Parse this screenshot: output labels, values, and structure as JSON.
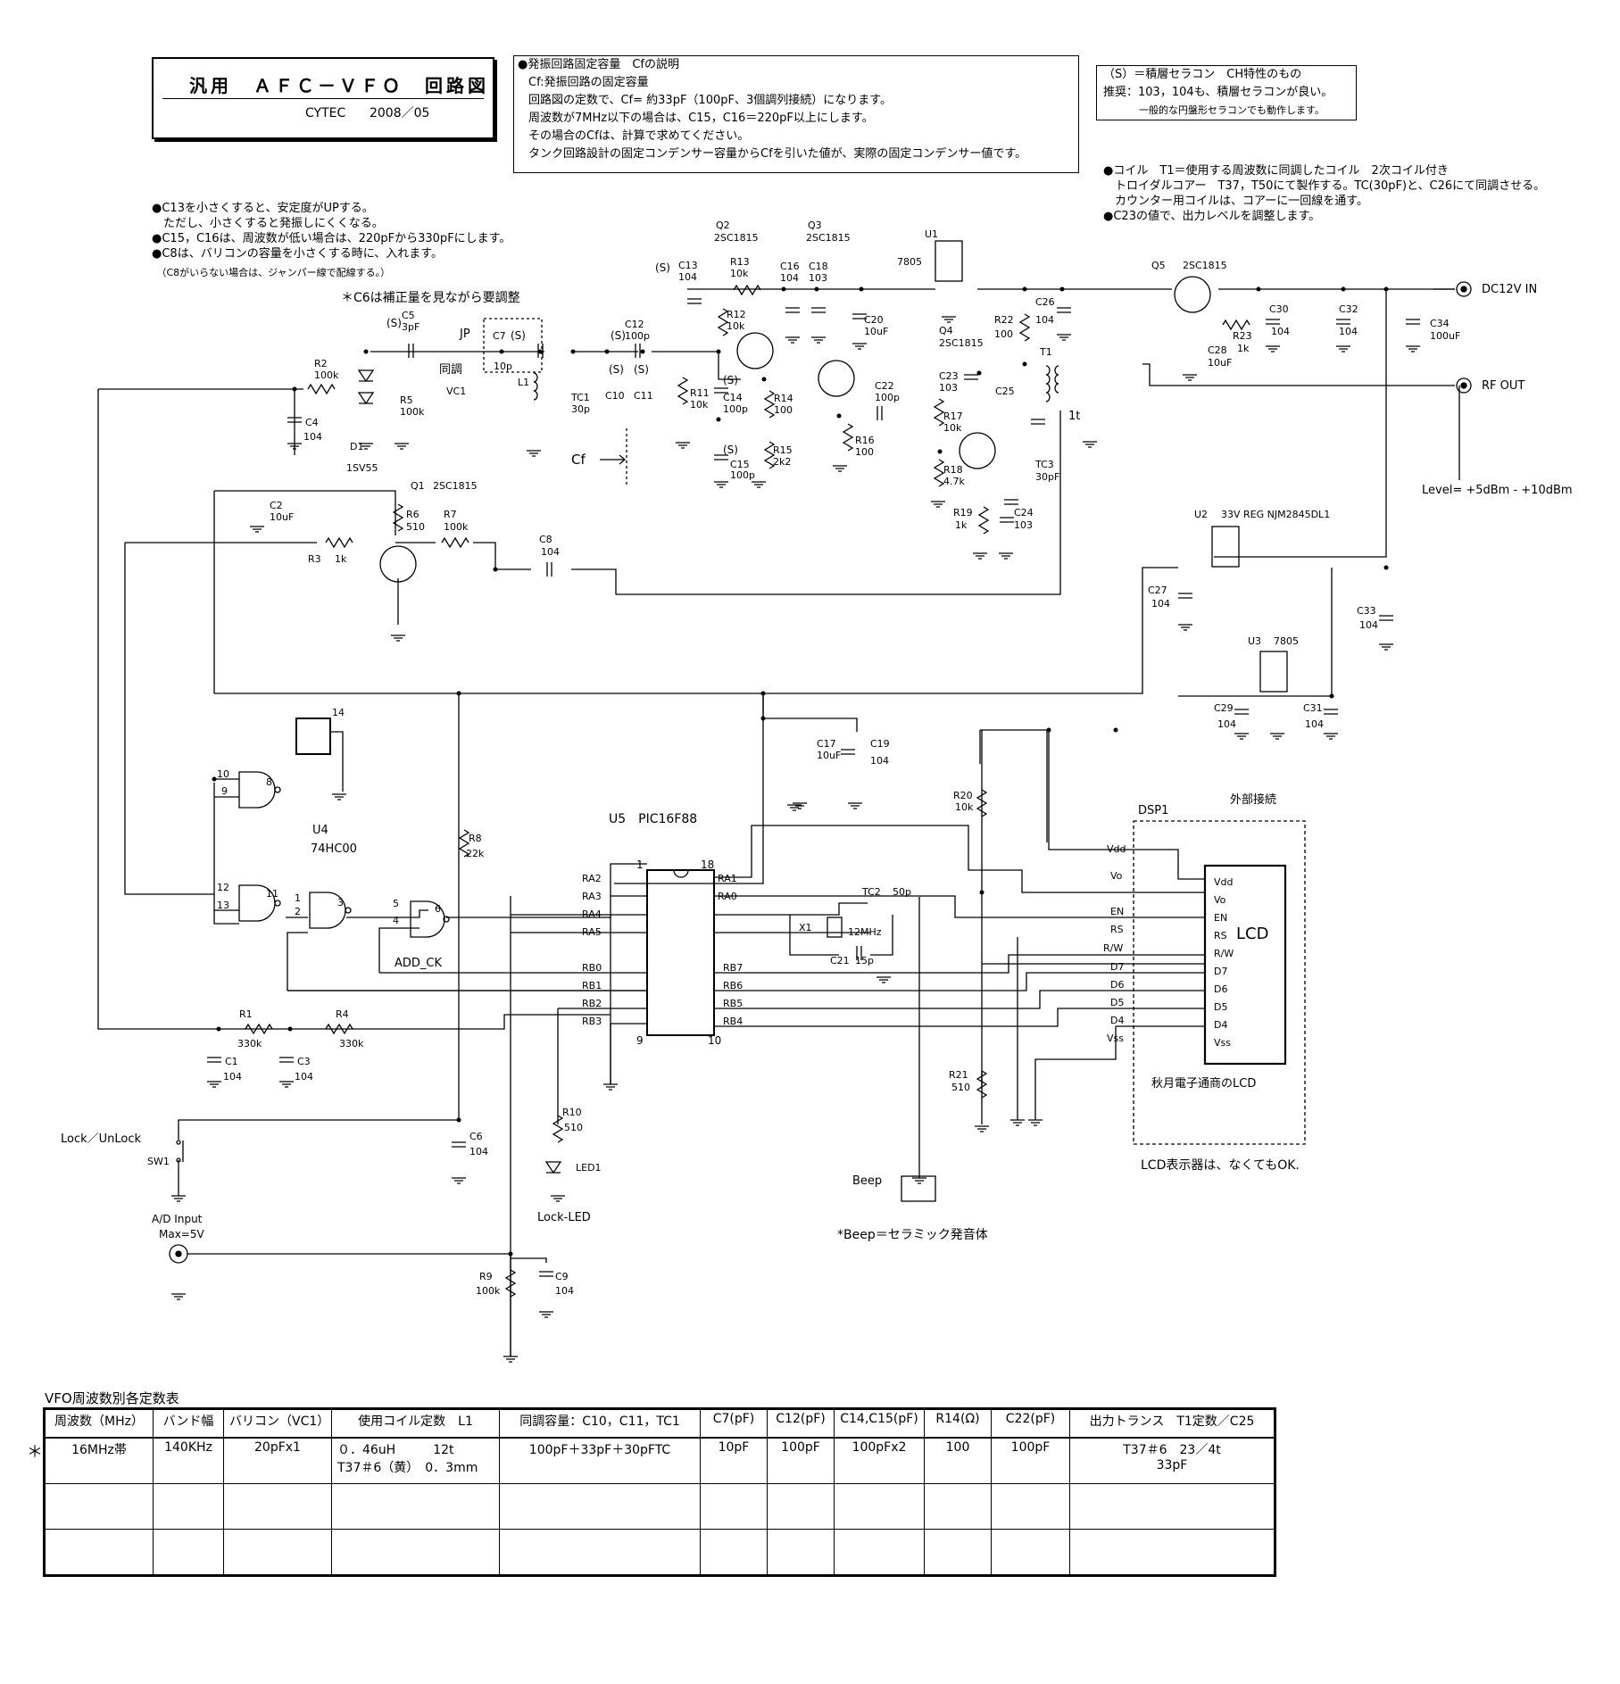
{
  "title": {
    "main": "汎用　ＡＦＣ－ＶＦＯ　回路図",
    "author": "CYTEC",
    "date": "2008／05"
  },
  "notes": {
    "cf_box": [
      "●発振回路固定容量　Cfの説明",
      "Cf:発振回路の固定容量",
      "回路図の定数で、Cf= 約33pF（100pF、3個調列接続）になります。",
      "周波数が7MHz以下の場合は、C15，C16＝220pF以上にします。",
      "その場合のCfは、計算で求めてください。",
      "タンク回路設計の固定コンデンサー容量からCfを引いた値が、実際の固定コンデンサー値です。"
    ],
    "s_box": [
      "（S）＝積層セラコン　CH特性のもの",
      "推奨：103，104も、積層セラコンが良い。",
      "一般的な円盤形セラコンでも動作します。"
    ],
    "left_notes": [
      "●C13を小さくすると、安定度がUPする。",
      "　ただし、小さくすると発振しにくくなる。",
      "●C15，C16は、周波数が低い場合は、220pFから330pFにします。",
      "●C8は、バリコンの容量を小さくする時に、入れます。",
      "　（C8がいらない場合は、ジャンパー線で配線する。）"
    ],
    "c6_note": "＊C6は補正量を見ながら要調整",
    "coil_notes": [
      "●コイル　T1＝使用する周波数に同調したコイル　2次コイル付き",
      "　トロイダルコアー　T37，T50にて製作する。TC(30pF)と、C26にて同調させる。",
      "　カウンター用コイルは、コアーに一回線を通す。",
      "●C23の値で、出力レベルを調整します。"
    ],
    "level": "Level= +5dBm - +10dBm",
    "lcd_optional": "LCD表示器は、なくてもOK.",
    "beep_note": "*Beep＝セラミック発音体"
  },
  "labels": {
    "dc_in": "DC12V IN",
    "rf_out": "RF OUT",
    "q1": "Q1",
    "q1_part": "2SC1815",
    "q2": "Q2",
    "q2_part": "2SC1815",
    "q3": "Q3",
    "q3_part": "2SC1815",
    "q4": "Q4",
    "q4_part": "2SC1815",
    "q5": "Q5",
    "q5_part": "2SC1815",
    "u1": "U1",
    "u1_part": "7805",
    "u2": "U2",
    "u2_part": "33V REG NJM2845DL1",
    "u3": "U3",
    "u3_part": "7805",
    "u4": "U4",
    "u4_part": "74HC00",
    "u5": "U5　PIC16F88",
    "t1": "T1",
    "t1_turn": "1t",
    "jp": "JP",
    "tune": "同調",
    "vc1": "VC1",
    "l1": "L1",
    "cf": "Cf",
    "d1": "D1",
    "d1_part": "1SV55",
    "x1": "X1",
    "x1_freq": "12MHz",
    "tc2": "TC2",
    "tc2_val": "50p",
    "tc1": "TC1",
    "tc1_val": "30p",
    "tc3": "TC3",
    "tc3_val": "30pF",
    "dsp1": "DSP1",
    "ext": "外部接続",
    "lcd": "LCD",
    "lcd_maker": "秋月電子通商のLCD",
    "lock_sw": "Lock／UnLock",
    "sw1": "SW1",
    "ad_input": "A/D Input",
    "ad_max": "Max=5V",
    "led1": "LED1",
    "lock_led": "Lock-LED",
    "beep": "Beep",
    "add_ck": "ADD_CK",
    "s": "(S)"
  },
  "parts": [
    {
      "ref": "C13",
      "val": "104"
    },
    {
      "ref": "R13",
      "val": "10k"
    },
    {
      "ref": "R12",
      "val": "10k"
    },
    {
      "ref": "C16",
      "val": "104"
    },
    {
      "ref": "C18",
      "val": "103"
    },
    {
      "ref": "C20",
      "val": "10uF"
    },
    {
      "ref": "C12",
      "val": "100p"
    },
    {
      "ref": "C7",
      "val": "10p"
    },
    {
      "ref": "C5",
      "val": "3pF"
    },
    {
      "ref": "R2",
      "val": "100k"
    },
    {
      "ref": "C4",
      "val": "104"
    },
    {
      "ref": "R5",
      "val": "100k"
    },
    {
      "ref": "C10",
      "val": ""
    },
    {
      "ref": "C11",
      "val": ""
    },
    {
      "ref": "R11",
      "val": "10k"
    },
    {
      "ref": "C14",
      "val": "100p"
    },
    {
      "ref": "C15",
      "val": "100p"
    },
    {
      "ref": "R14",
      "val": "100"
    },
    {
      "ref": "R15",
      "val": "2k2"
    },
    {
      "ref": "R16",
      "val": "100"
    },
    {
      "ref": "C22",
      "val": "100p"
    },
    {
      "ref": "R22",
      "val": "100"
    },
    {
      "ref": "C26",
      "val": "104"
    },
    {
      "ref": "C23",
      "val": "103"
    },
    {
      "ref": "C25",
      "val": ""
    },
    {
      "ref": "R17",
      "val": "10k"
    },
    {
      "ref": "R18",
      "val": "4.7k"
    },
    {
      "ref": "R19",
      "val": "1k"
    },
    {
      "ref": "C24",
      "val": "103"
    },
    {
      "ref": "C28",
      "val": "10uF"
    },
    {
      "ref": "R23",
      "val": "1k"
    },
    {
      "ref": "C30",
      "val": "104"
    },
    {
      "ref": "C32",
      "val": "104"
    },
    {
      "ref": "C34",
      "val": "100uF"
    },
    {
      "ref": "C2",
      "val": "10uF"
    },
    {
      "ref": "R6",
      "val": "510"
    },
    {
      "ref": "R7",
      "val": "100k"
    },
    {
      "ref": "R3",
      "val": "1k"
    },
    {
      "ref": "C8",
      "val": "104"
    },
    {
      "ref": "C27",
      "val": "104"
    },
    {
      "ref": "C33",
      "val": "104"
    },
    {
      "ref": "C29",
      "val": "104"
    },
    {
      "ref": "C31",
      "val": "104"
    },
    {
      "ref": "C17",
      "val": "10uF"
    },
    {
      "ref": "C19",
      "val": "104"
    },
    {
      "ref": "R20",
      "val": "10k"
    },
    {
      "ref": "R8",
      "val": "22k"
    },
    {
      "ref": "R1",
      "val": "330k"
    },
    {
      "ref": "R4",
      "val": "330k"
    },
    {
      "ref": "C1",
      "val": "104"
    },
    {
      "ref": "C3",
      "val": "104"
    },
    {
      "ref": "R21",
      "val": "510"
    },
    {
      "ref": "C6",
      "val": "104"
    },
    {
      "ref": "R10",
      "val": "510"
    },
    {
      "ref": "R9",
      "val": "100k"
    },
    {
      "ref": "C9",
      "val": "104"
    },
    {
      "ref": "C21",
      "val": "15p"
    }
  ],
  "pic_left": [
    "RA2",
    "RA3",
    "RA4",
    "RA5",
    "RB0",
    "RB1",
    "RB2",
    "RB3"
  ],
  "pic_right": [
    "RA1",
    "RA0",
    "",
    "",
    "RB7",
    "RB6",
    "RB5",
    "RB4"
  ],
  "pic_pins": {
    "p1": "1",
    "p18": "18",
    "p9": "9",
    "p10": "10"
  },
  "lcd_pins": [
    "Vdd",
    "Vo",
    "EN",
    "RS",
    "R/W",
    "D7",
    "D6",
    "D5",
    "D4",
    "Vss"
  ],
  "dsp_pins": [
    "Vdd",
    "Vo",
    "EN",
    "RS",
    "R/W",
    "D7",
    "D6",
    "D5",
    "D4",
    "Vss"
  ],
  "gate_pins": [
    "14",
    "10",
    "9",
    "8",
    "12",
    "13",
    "11",
    "1",
    "2",
    "3",
    "5",
    "4",
    "6"
  ],
  "table": {
    "caption": "VFO周波数別各定数表",
    "headers": [
      "周波数（MHz）",
      "バンド幅",
      "バリコン（VC1）",
      "使用コイル定数　L1",
      "同調容量：C10，C11，TC1",
      "C7(pF)",
      "C12(pF)",
      "C14,C15(pF)",
      "R14(Ω)",
      "C22(pF)",
      "出力トランス　T1定数／C25"
    ],
    "rows": [
      [
        "16MHz帯",
        "140KHz",
        "20pFx1",
        "０．46uH　　　12t\nT37＃6（黄）　0．3mm",
        "100pF＋33pF＋30pFTC",
        "10pF",
        "100pF",
        "100pFx2",
        "100",
        "100pF",
        "T37＃6　23／4t\n33pF"
      ],
      [
        "",
        "",
        "",
        "",
        "",
        "",
        "",
        "",
        "",
        "",
        ""
      ],
      [
        "",
        "",
        "",
        "",
        "",
        "",
        "",
        "",
        "",
        "",
        ""
      ]
    ],
    "mark": "＊"
  }
}
